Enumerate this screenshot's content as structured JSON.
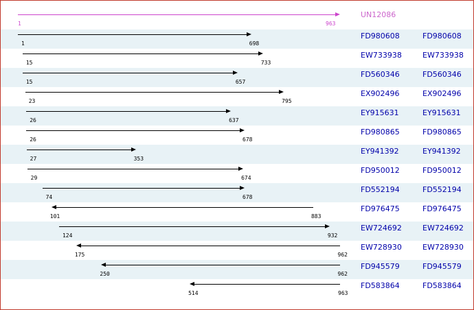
{
  "reference": {
    "id": "UN12086",
    "start": 1,
    "end": 963,
    "color": "#cc44cc"
  },
  "scale": {
    "min": 1,
    "max": 963
  },
  "colors": {
    "band": "#e8f2f6",
    "link": "#0000aa",
    "border": "#c0392b"
  },
  "alignments": [
    {
      "id": "FD980608",
      "start": 1,
      "end": 698,
      "strand": "+"
    },
    {
      "id": "EW733938",
      "start": 15,
      "end": 733,
      "strand": "+"
    },
    {
      "id": "FD560346",
      "start": 15,
      "end": 657,
      "strand": "+"
    },
    {
      "id": "EX902496",
      "start": 23,
      "end": 795,
      "strand": "+"
    },
    {
      "id": "EY915631",
      "start": 26,
      "end": 637,
      "strand": "+"
    },
    {
      "id": "FD980865",
      "start": 26,
      "end": 678,
      "strand": "+"
    },
    {
      "id": "EY941392",
      "start": 27,
      "end": 353,
      "strand": "+"
    },
    {
      "id": "FD950012",
      "start": 29,
      "end": 674,
      "strand": "+"
    },
    {
      "id": "FD552194",
      "start": 74,
      "end": 678,
      "strand": "+"
    },
    {
      "id": "FD976475",
      "start": 101,
      "end": 883,
      "strand": "-"
    },
    {
      "id": "EW724692",
      "start": 124,
      "end": 932,
      "strand": "+"
    },
    {
      "id": "EW728930",
      "start": 175,
      "end": 962,
      "strand": "-"
    },
    {
      "id": "FD945579",
      "start": 250,
      "end": 962,
      "strand": "-"
    },
    {
      "id": "FD583864",
      "start": 514,
      "end": 963,
      "strand": "-"
    }
  ]
}
